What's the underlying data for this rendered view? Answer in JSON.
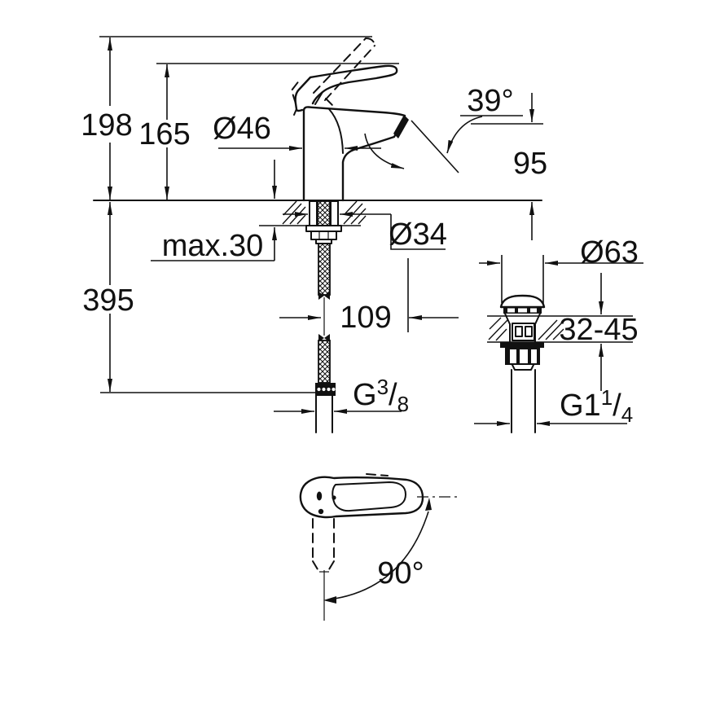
{
  "drawing": {
    "background": "#ffffff",
    "line_color": "#111111",
    "labels": {
      "overall_height": "198",
      "spout_top_height": "165",
      "base_diameter": "Ø46",
      "spray_angle": "39°",
      "outlet_height": "95",
      "max_deck_thickness": "max.30",
      "shank_diameter": "Ø34",
      "hose_length": "395",
      "spout_reach": "109",
      "waste_cap_diameter": "Ø63",
      "waste_deck_range": "32-45",
      "supply_thread": {
        "prefix": "G",
        "numerator": "3",
        "slash": "/",
        "denominator": "8"
      },
      "waste_thread": {
        "prefix": "G1",
        "numerator": "1",
        "slash": "/",
        "denominator": "4"
      },
      "handle_swivel_angle": "90°"
    }
  }
}
